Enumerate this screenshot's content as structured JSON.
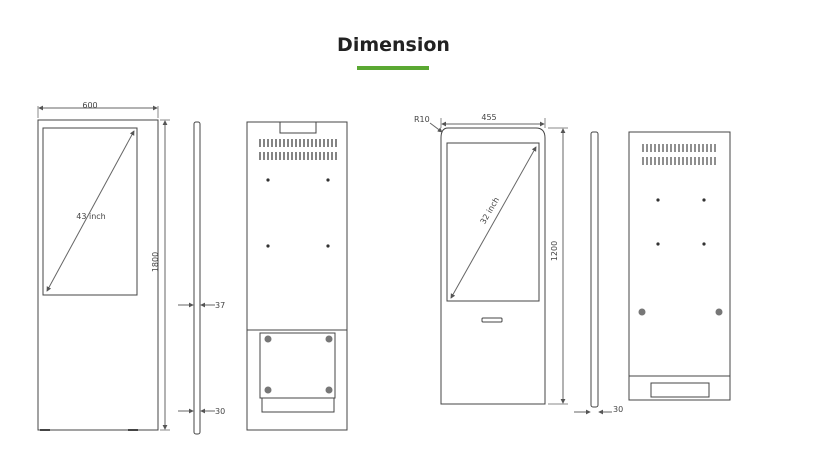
{
  "header": {
    "title": "Dimension",
    "accent_color": "#5aa832"
  },
  "drawings": {
    "large": {
      "width_label": "600",
      "height_label": "1800",
      "diagonal_label": "43 inch",
      "depth_top_label": "37",
      "depth_bottom_label": "30"
    },
    "small": {
      "radius_label": "R10",
      "width_label": "455",
      "height_label": "1200",
      "diagonal_label": "32 inch",
      "depth_label": "30"
    }
  }
}
